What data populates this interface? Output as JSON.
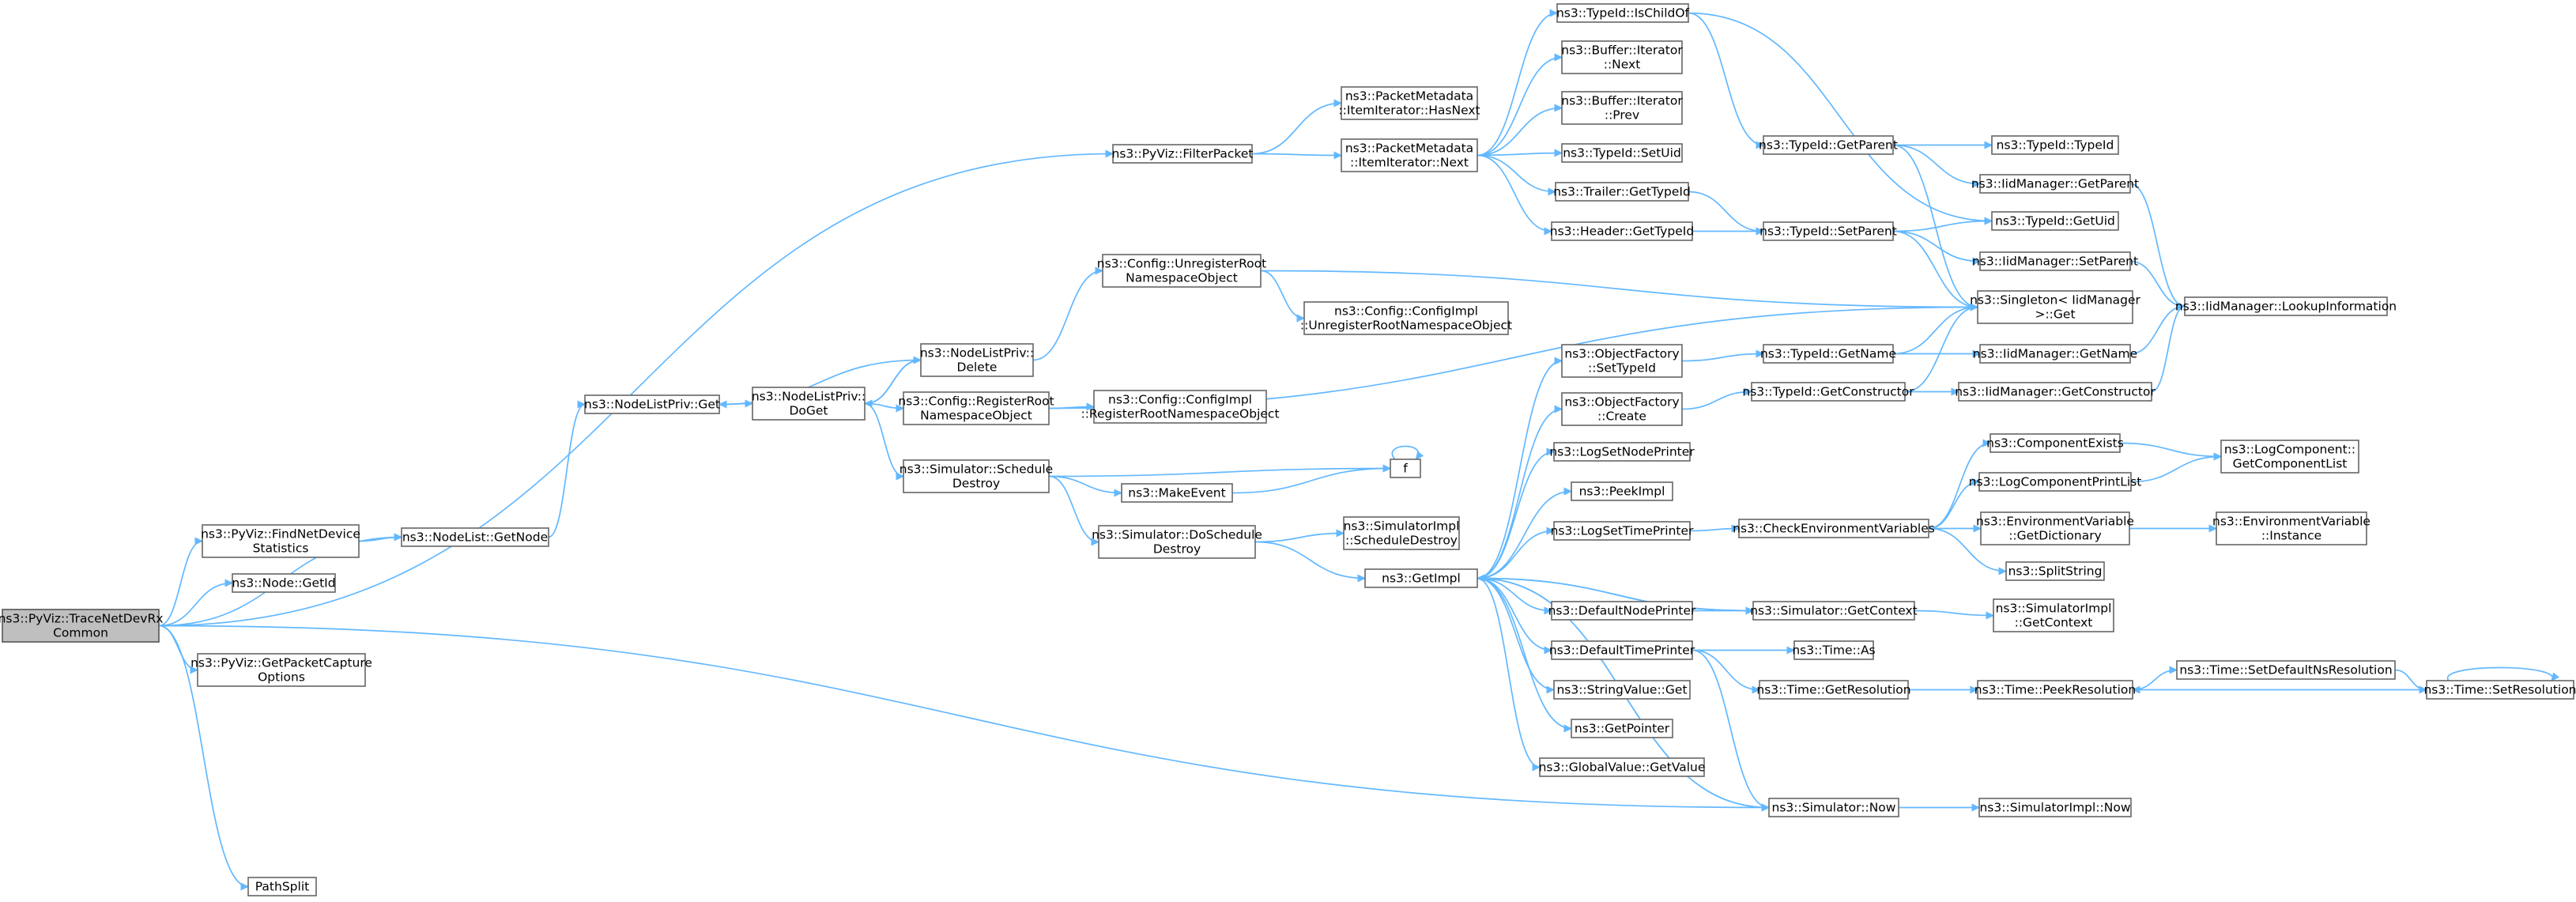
{
  "colors": {
    "edge": "#63b8ff",
    "node_border": "#666666",
    "root_fill": "#bfbfbf",
    "background": "#ffffff"
  },
  "nodes": [
    {
      "id": "root",
      "lines": [
        "ns3::PyViz::TraceNetDevRx",
        "Common"
      ],
      "root": true
    },
    {
      "id": "findnet",
      "lines": [
        "ns3::PyViz::FindNetDevice",
        "Statistics"
      ]
    },
    {
      "id": "nodegetid",
      "lines": [
        "ns3::Node::GetId"
      ]
    },
    {
      "id": "getpcap",
      "lines": [
        "ns3::PyViz::GetPacketCapture",
        "Options"
      ]
    },
    {
      "id": "pathsplit",
      "lines": [
        "PathSplit"
      ]
    },
    {
      "id": "nodelist_getnode",
      "lines": [
        "ns3::NodeList::GetNode"
      ]
    },
    {
      "id": "nlp_get",
      "lines": [
        "ns3::NodeListPriv::Get"
      ]
    },
    {
      "id": "nlp_doget",
      "lines": [
        "ns3::NodeListPriv::",
        "DoGet"
      ]
    },
    {
      "id": "nlp_delete",
      "lines": [
        "ns3::NodeListPriv::",
        "Delete"
      ]
    },
    {
      "id": "cfg_register",
      "lines": [
        "ns3::Config::RegisterRoot",
        "NamespaceObject"
      ]
    },
    {
      "id": "sim_schedule_destroy",
      "lines": [
        "ns3::Simulator::Schedule",
        "Destroy"
      ]
    },
    {
      "id": "cfg_unregister",
      "lines": [
        "ns3::Config::UnregisterRoot",
        "NamespaceObject"
      ]
    },
    {
      "id": "cfgimpl_unregister",
      "lines": [
        "ns3::Config::ConfigImpl",
        "::UnregisterRootNamespaceObject"
      ]
    },
    {
      "id": "cfgimpl_register",
      "lines": [
        "ns3::Config::ConfigImpl",
        "::RegisterRootNamespaceObject"
      ]
    },
    {
      "id": "makeevent",
      "lines": [
        "ns3::MakeEvent"
      ]
    },
    {
      "id": "f",
      "lines": [
        "f"
      ]
    },
    {
      "id": "sim_doschedule_destroy",
      "lines": [
        "ns3::Simulator::DoSchedule",
        "Destroy"
      ]
    },
    {
      "id": "simimpl_schedule_destroy",
      "lines": [
        "ns3::SimulatorImpl",
        "::ScheduleDestroy"
      ]
    },
    {
      "id": "filterpacket",
      "lines": [
        "ns3::PyViz::FilterPacket"
      ]
    },
    {
      "id": "pm_hasnext",
      "lines": [
        "ns3::PacketMetadata",
        "::ItemIterator::HasNext"
      ]
    },
    {
      "id": "pm_next",
      "lines": [
        "ns3::PacketMetadata",
        "::ItemIterator::Next"
      ]
    },
    {
      "id": "typeid_ischildof",
      "lines": [
        "ns3::TypeId::IsChildOf"
      ]
    },
    {
      "id": "buf_next",
      "lines": [
        "ns3::Buffer::Iterator",
        "::Next"
      ]
    },
    {
      "id": "buf_prev",
      "lines": [
        "ns3::Buffer::Iterator",
        "::Prev"
      ]
    },
    {
      "id": "typeid_setuid",
      "lines": [
        "ns3::TypeId::SetUid"
      ]
    },
    {
      "id": "trailer_gettypeid",
      "lines": [
        "ns3::Trailer::GetTypeId"
      ]
    },
    {
      "id": "header_gettypeid",
      "lines": [
        "ns3::Header::GetTypeId"
      ]
    },
    {
      "id": "typeid_getparent",
      "lines": [
        "ns3::TypeId::GetParent"
      ]
    },
    {
      "id": "typeid_typeid",
      "lines": [
        "ns3::TypeId::TypeId"
      ]
    },
    {
      "id": "iid_getparent",
      "lines": [
        "ns3::IidManager::GetParent"
      ]
    },
    {
      "id": "typeid_getuid",
      "lines": [
        "ns3::TypeId::GetUid"
      ]
    },
    {
      "id": "typeid_setparent",
      "lines": [
        "ns3::TypeId::SetParent"
      ]
    },
    {
      "id": "iid_setparent",
      "lines": [
        "ns3::IidManager::SetParent"
      ]
    },
    {
      "id": "singleton_get",
      "lines": [
        "ns3::Singleton< IidManager",
        ">::Get"
      ]
    },
    {
      "id": "iid_lookup",
      "lines": [
        "ns3::IidManager::LookupInformation"
      ]
    },
    {
      "id": "of_settypeid",
      "lines": [
        "ns3::ObjectFactory",
        "::SetTypeId"
      ]
    },
    {
      "id": "typeid_getname",
      "lines": [
        "ns3::TypeId::GetName"
      ]
    },
    {
      "id": "iid_getname",
      "lines": [
        "ns3::IidManager::GetName"
      ]
    },
    {
      "id": "of_create",
      "lines": [
        "ns3::ObjectFactory",
        "::Create"
      ]
    },
    {
      "id": "typeid_getconstructor",
      "lines": [
        "ns3::TypeId::GetConstructor"
      ]
    },
    {
      "id": "iid_getconstructor",
      "lines": [
        "ns3::IidManager::GetConstructor"
      ]
    },
    {
      "id": "logsetnodeprinter",
      "lines": [
        "ns3::LogSetNodePrinter"
      ]
    },
    {
      "id": "peekimpl",
      "lines": [
        "ns3::PeekImpl"
      ]
    },
    {
      "id": "logsettimeprinter",
      "lines": [
        "ns3::LogSetTimePrinter"
      ]
    },
    {
      "id": "checkenv",
      "lines": [
        "ns3::CheckEnvironmentVariables"
      ]
    },
    {
      "id": "componentexists",
      "lines": [
        "ns3::ComponentExists"
      ]
    },
    {
      "id": "logcompprintlist",
      "lines": [
        "ns3::LogComponentPrintList"
      ]
    },
    {
      "id": "logcomp_getlist",
      "lines": [
        "ns3::LogComponent::",
        "GetComponentList"
      ]
    },
    {
      "id": "envvar_getdict",
      "lines": [
        "ns3::EnvironmentVariable",
        "::GetDictionary"
      ]
    },
    {
      "id": "envvar_instance",
      "lines": [
        "ns3::EnvironmentVariable",
        "::Instance"
      ]
    },
    {
      "id": "splitstring",
      "lines": [
        "ns3::SplitString"
      ]
    },
    {
      "id": "getimpl",
      "lines": [
        "ns3::GetImpl"
      ]
    },
    {
      "id": "defaultnodeprinter",
      "lines": [
        "ns3::DefaultNodePrinter"
      ]
    },
    {
      "id": "sim_getcontext",
      "lines": [
        "ns3::Simulator::GetContext"
      ]
    },
    {
      "id": "simimpl_getcontext",
      "lines": [
        "ns3::SimulatorImpl",
        "::GetContext"
      ]
    },
    {
      "id": "defaulttimeprinter",
      "lines": [
        "ns3::DefaultTimePrinter"
      ]
    },
    {
      "id": "time_as",
      "lines": [
        "ns3::Time::As"
      ]
    },
    {
      "id": "time_getresolution",
      "lines": [
        "ns3::Time::GetResolution"
      ]
    },
    {
      "id": "time_peekresolution",
      "lines": [
        "ns3::Time::PeekResolution"
      ]
    },
    {
      "id": "time_setdefaultns",
      "lines": [
        "ns3::Time::SetDefaultNsResolution"
      ]
    },
    {
      "id": "time_setresolution",
      "lines": [
        "ns3::Time::SetResolution"
      ]
    },
    {
      "id": "stringvalue_get",
      "lines": [
        "ns3::StringValue::Get"
      ]
    },
    {
      "id": "getpointer",
      "lines": [
        "ns3::GetPointer"
      ]
    },
    {
      "id": "globalvalue_getvalue",
      "lines": [
        "ns3::GlobalValue::GetValue"
      ]
    },
    {
      "id": "sim_now",
      "lines": [
        "ns3::Simulator::Now"
      ]
    },
    {
      "id": "simimpl_now",
      "lines": [
        "ns3::SimulatorImpl::Now"
      ]
    }
  ],
  "edges": [
    [
      "root",
      "findnet"
    ],
    [
      "root",
      "nodegetid"
    ],
    [
      "root",
      "getpcap"
    ],
    [
      "root",
      "pathsplit"
    ],
    [
      "root",
      "nodelist_getnode"
    ],
    [
      "root",
      "filterpacket"
    ],
    [
      "root",
      "sim_now"
    ],
    [
      "findnet",
      "nodelist_getnode"
    ],
    [
      "nodelist_getnode",
      "nlp_get"
    ],
    [
      "nlp_get",
      "nlp_doget"
    ],
    [
      "nlp_doget",
      "nlp_delete"
    ],
    [
      "nlp_delete",
      "nlp_doget"
    ],
    [
      "nlp_delete",
      "nlp_get"
    ],
    [
      "nlp_doget",
      "cfg_register"
    ],
    [
      "nlp_doget",
      "sim_schedule_destroy"
    ],
    [
      "nlp_delete",
      "cfg_unregister"
    ],
    [
      "cfg_unregister",
      "cfgimpl_unregister"
    ],
    [
      "cfg_unregister",
      "singleton_get"
    ],
    [
      "cfg_register",
      "cfgimpl_register"
    ],
    [
      "cfg_register",
      "singleton_get"
    ],
    [
      "sim_schedule_destroy",
      "f"
    ],
    [
      "sim_schedule_destroy",
      "makeevent"
    ],
    [
      "sim_schedule_destroy",
      "sim_doschedule_destroy"
    ],
    [
      "makeevent",
      "f"
    ],
    [
      "f",
      "f"
    ],
    [
      "sim_doschedule_destroy",
      "simimpl_schedule_destroy"
    ],
    [
      "sim_doschedule_destroy",
      "getimpl"
    ],
    [
      "filterpacket",
      "pm_hasnext"
    ],
    [
      "filterpacket",
      "pm_next"
    ],
    [
      "pm_next",
      "typeid_ischildof"
    ],
    [
      "pm_next",
      "buf_next"
    ],
    [
      "pm_next",
      "buf_prev"
    ],
    [
      "pm_next",
      "typeid_setuid"
    ],
    [
      "pm_next",
      "trailer_gettypeid"
    ],
    [
      "pm_next",
      "header_gettypeid"
    ],
    [
      "typeid_ischildof",
      "typeid_getparent"
    ],
    [
      "typeid_ischildof",
      "typeid_getuid"
    ],
    [
      "typeid_getparent",
      "typeid_typeid"
    ],
    [
      "typeid_getparent",
      "iid_getparent"
    ],
    [
      "typeid_getparent",
      "singleton_get"
    ],
    [
      "iid_getparent",
      "iid_lookup"
    ],
    [
      "trailer_gettypeid",
      "typeid_setparent"
    ],
    [
      "header_gettypeid",
      "typeid_setparent"
    ],
    [
      "typeid_setparent",
      "typeid_getuid"
    ],
    [
      "typeid_setparent",
      "iid_setparent"
    ],
    [
      "typeid_setparent",
      "singleton_get"
    ],
    [
      "iid_setparent",
      "iid_lookup"
    ],
    [
      "getimpl",
      "of_settypeid"
    ],
    [
      "getimpl",
      "of_create"
    ],
    [
      "getimpl",
      "logsetnodeprinter"
    ],
    [
      "getimpl",
      "peekimpl"
    ],
    [
      "getimpl",
      "logsettimeprinter"
    ],
    [
      "getimpl",
      "defaultnodeprinter"
    ],
    [
      "getimpl",
      "defaulttimeprinter"
    ],
    [
      "getimpl",
      "stringvalue_get"
    ],
    [
      "getimpl",
      "getpointer"
    ],
    [
      "getimpl",
      "globalvalue_getvalue"
    ],
    [
      "getimpl",
      "sim_getcontext"
    ],
    [
      "getimpl",
      "sim_now"
    ],
    [
      "of_settypeid",
      "typeid_getname"
    ],
    [
      "typeid_getname",
      "singleton_get"
    ],
    [
      "typeid_getname",
      "iid_getname"
    ],
    [
      "iid_getname",
      "iid_lookup"
    ],
    [
      "of_create",
      "typeid_getconstructor"
    ],
    [
      "typeid_getconstructor",
      "singleton_get"
    ],
    [
      "typeid_getconstructor",
      "iid_getconstructor"
    ],
    [
      "iid_getconstructor",
      "iid_lookup"
    ],
    [
      "logsettimeprinter",
      "checkenv"
    ],
    [
      "checkenv",
      "componentexists"
    ],
    [
      "checkenv",
      "logcompprintlist"
    ],
    [
      "checkenv",
      "envvar_getdict"
    ],
    [
      "checkenv",
      "splitstring"
    ],
    [
      "componentexists",
      "logcomp_getlist"
    ],
    [
      "logcompprintlist",
      "logcomp_getlist"
    ],
    [
      "envvar_getdict",
      "envvar_instance"
    ],
    [
      "defaultnodeprinter",
      "sim_getcontext"
    ],
    [
      "sim_getcontext",
      "getimpl"
    ],
    [
      "sim_getcontext",
      "simimpl_getcontext"
    ],
    [
      "defaulttimeprinter",
      "time_as"
    ],
    [
      "defaulttimeprinter",
      "time_getresolution"
    ],
    [
      "defaulttimeprinter",
      "sim_now"
    ],
    [
      "time_getresolution",
      "time_peekresolution"
    ],
    [
      "time_peekresolution",
      "time_setdefaultns"
    ],
    [
      "time_setdefaultns",
      "time_setresolution"
    ],
    [
      "time_setresolution",
      "time_peekresolution"
    ],
    [
      "time_setresolution",
      "time_setresolution"
    ],
    [
      "sim_now",
      "getimpl"
    ],
    [
      "sim_now",
      "simimpl_now"
    ]
  ]
}
